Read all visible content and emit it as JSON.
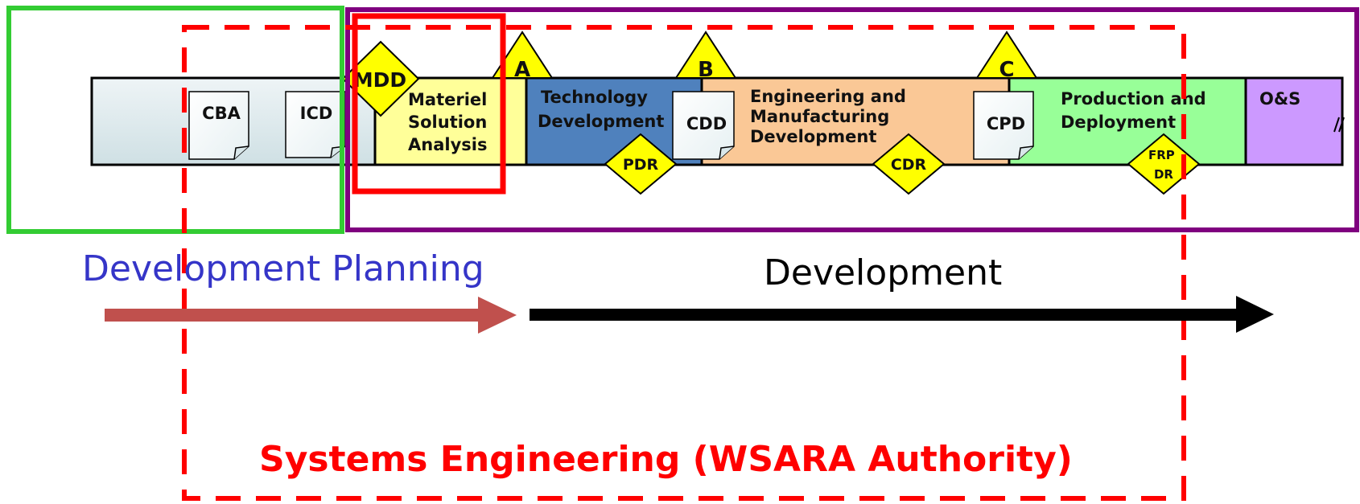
{
  "phases": [
    {
      "lines": [
        "Materiel",
        "Solution",
        "Analysis"
      ],
      "color": "#ffff99"
    },
    {
      "lines": [
        "Technology",
        "Development"
      ],
      "color": "#4f81bd"
    },
    {
      "lines": [
        "Engineering and",
        "Manufacturing",
        "Development"
      ],
      "color": "#fac896"
    },
    {
      "lines": [
        "Production and",
        "Deployment"
      ],
      "color": "#98ff98"
    },
    {
      "lines": [
        "O&S"
      ],
      "color": "#cc99ff"
    }
  ],
  "documents": [
    "CBA",
    "ICD",
    "CDD",
    "CPD"
  ],
  "milestones": [
    "A",
    "B",
    "C"
  ],
  "decision_points": {
    "mdd": "MDD",
    "reviews": [
      [
        "PDR"
      ],
      [
        "CDR"
      ],
      [
        "FRP",
        "DR"
      ]
    ]
  },
  "labels": {
    "development_planning": "Development Planning",
    "development": "Development",
    "systems_engineering": "Systems Engineering (WSARA Authority)"
  },
  "colors": {
    "development_planning_text": "#3535c8",
    "development_planning_box": "#33cc33",
    "development_box": "#7f007f",
    "systems_engineering": "#ff0000",
    "planning_arrow": "#c0504d",
    "development_arrow": "#000000",
    "milestone_fill": "#ffff00",
    "pre_phase_fill": "#d7e6ea"
  }
}
